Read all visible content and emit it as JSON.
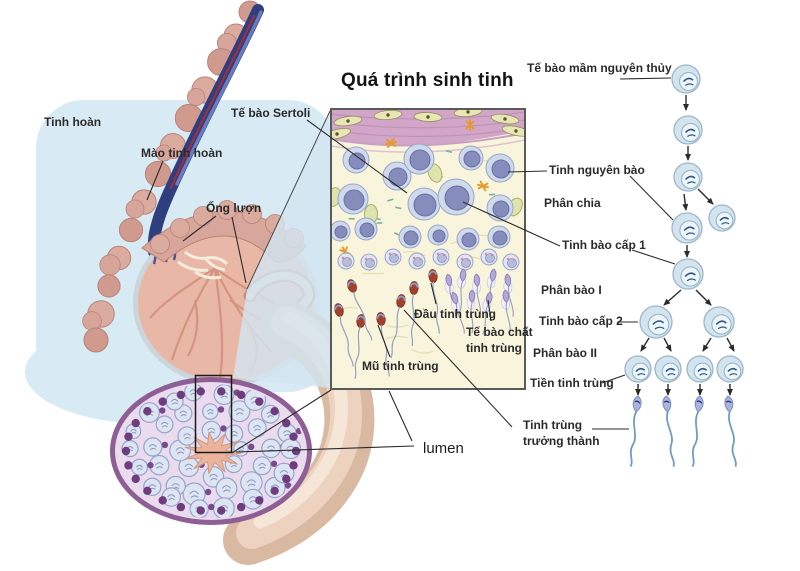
{
  "title": "Quá trình sinh tinh",
  "anatomy_labels": {
    "testis": "Tinh hoàn",
    "epididymis": "Mào tinh hoàn",
    "seminiferous_tubule": "Ống lượn",
    "lumen": "lumen"
  },
  "histology_labels": {
    "sertoli_cell": "Tế bào Sertoli",
    "sperm_head": "Đầu tinh trùng",
    "sperm_cytoplasm": "Tế bào chất tinh trùng",
    "sperm_cap": "Mũ tinh trùng"
  },
  "flowchart_labels": {
    "primordial_germ_cell": "Tế bào mầm nguyên thủy",
    "spermatogonium": "Tinh nguyên bào",
    "division": "Phân chia",
    "primary_spermatocyte": "Tinh bào cấp 1",
    "meiosis_1": "Phân bào I",
    "secondary_spermatocyte": "Tinh bào cấp 2",
    "meiosis_2": "Phân bào II",
    "spermatid": "Tiền tinh trùng",
    "mature_sperm": "Tinh trùng trưởng thành"
  },
  "colors": {
    "background": "#ffffff",
    "wash_blue": "#d8eaf3",
    "beam_blue": "#d3e5f0",
    "panel_cream": "#f9f5dd",
    "wall_pink": "#d2a6c8",
    "cell_blue": "#d3e4ee",
    "cell_nucleus": "#868cbb",
    "sperm_head_red": "#a5402c",
    "flow_sperm_purple": "#a9b3dd",
    "cross_section_border": "#8d5f94",
    "testis_salmon": "#e9b7a5",
    "label_text": "#2b2b2b"
  }
}
